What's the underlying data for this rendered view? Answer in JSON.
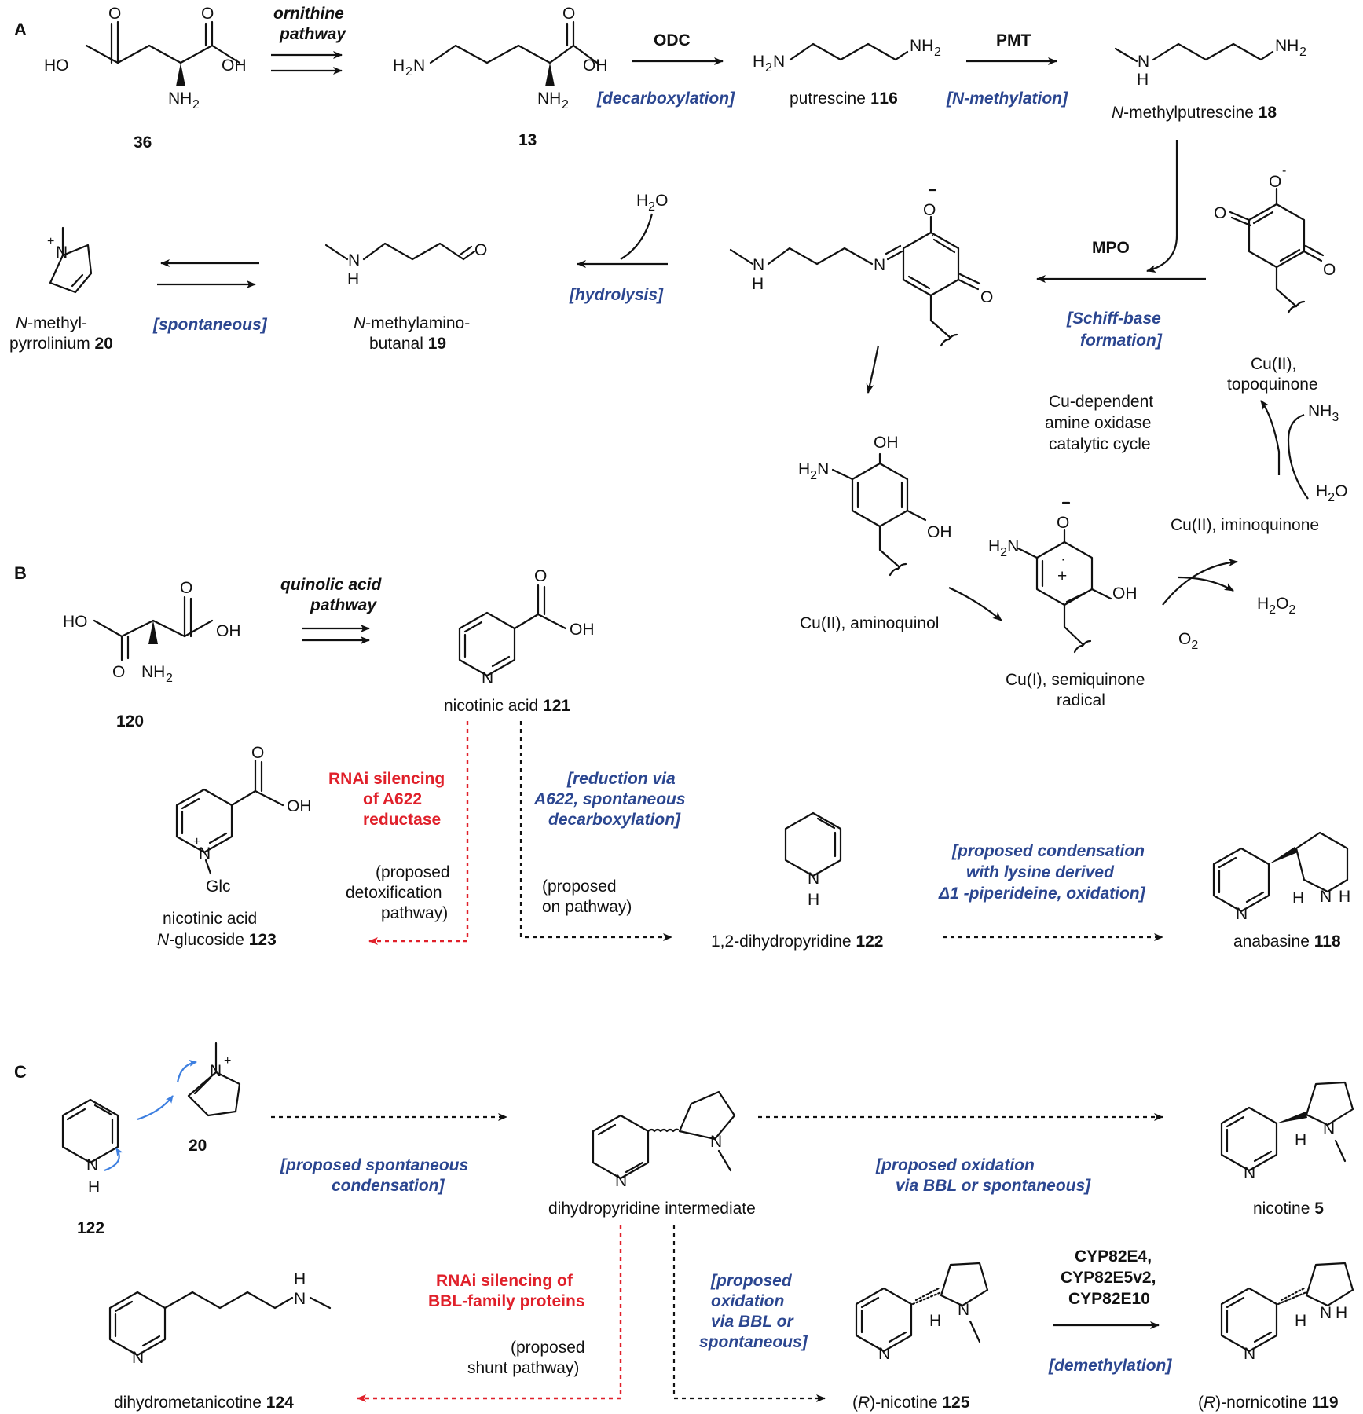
{
  "section_labels": {
    "a": "A",
    "b": "B",
    "c": "C"
  },
  "panel_a": {
    "cmp36": "36",
    "cmp13": "13",
    "ornithine_l1": "ornithine",
    "ornithine_l2": "pathway",
    "odc": "ODC",
    "decarbox": "[decarboxylation]",
    "putrescine_name": "putrescine 1",
    "putrescine_num": "16",
    "pmt": "PMT",
    "nmeth": "[N-methylation]",
    "nmp_prefix": "N",
    "nmp_name": "-methylputrescine ",
    "nmp_num": "18",
    "mpo": "MPO",
    "schiff_l1": "[Schiff-base",
    "schiff_l2": "formation]",
    "hydrolysis": "[hydrolysis]",
    "spontaneous": "[spontaneous]",
    "nmab_l1_prefix": "N",
    "nmab_l1": "-methylamino-",
    "nmab_l2": "butanal ",
    "nmab_num": "19",
    "nmpyr_l1_prefix": "N",
    "nmpyr_l1": "-methyl-",
    "nmpyr_l2": "pyrrolinium ",
    "nmpyr_num": "20",
    "cu_topo_l1": "Cu(II),",
    "cu_topo_l2": "topoquinone",
    "cycle_l1": "Cu-dependent",
    "cycle_l2": "amine oxidase",
    "cycle_l3": "catalytic cycle",
    "cu_imino": "Cu(II), iminoquinone",
    "cu_amino": "Cu(II), aminoquinol",
    "cu_semi_l1": "Cu(I), semiquinone",
    "cu_semi_l2": "radical",
    "nh3": "NH3",
    "h2o": "H2O",
    "h2o2": "H2O2",
    "o2": "O2"
  },
  "panel_b": {
    "cmp120": "120",
    "quin_l1": "quinolic acid",
    "quin_l2": "pathway",
    "nicotinic_name": "nicotinic acid ",
    "nicotinic_num": "121",
    "rnai_l1": "RNAi silencing",
    "rnai_l2": "of A622",
    "rnai_l3": "reductase",
    "detox_l1": "(proposed",
    "detox_l2": "detoxification",
    "detox_l3": "pathway)",
    "red_l1": "[reduction via",
    "red_l2": "A622, spontaneous",
    "red_l3": "decarboxylation]",
    "onpath_l1": "(proposed",
    "onpath_l2": "on pathway)",
    "glc_l1": "nicotinic acid",
    "glc_l2_prefix": "N",
    "glc_l2": "-glucoside ",
    "glc_num": "123",
    "glc_label": "Glc",
    "dhp_name": "1,2-dihydropyridine ",
    "dhp_num": "122",
    "cond_l1": "[proposed condensation",
    "cond_l2": "with lysine derived",
    "cond_l3": "Δ1 -piperideine, oxidation]",
    "anab_name": "anabasine ",
    "anab_num": "118"
  },
  "panel_c": {
    "cmp122": "122",
    "cmp20": "20",
    "spont_l1": "[proposed spontaneous",
    "spont_l2": "condensation]",
    "dhpint": "dihydropyridine intermediate",
    "ox_l1": "[proposed oxidation",
    "ox_l2": "via BBL or spontaneous]",
    "nicotine_name": "nicotine ",
    "nicotine_num": "5",
    "rnai_l1": "RNAi silencing of",
    "rnai_l2": "BBL-family proteins",
    "shunt_l1": "(proposed",
    "shunt_l2": "shunt pathway)",
    "dhmet_name": "dihydrometanicotine ",
    "dhmet_num": "124",
    "ox2_l1": "[proposed",
    "ox2_l2": "oxidation",
    "ox2_l3": "via BBL or",
    "ox2_l4": "spontaneous]",
    "rnic_pre": "(",
    "rnic_r": "R",
    "rnic_post": ")-nicotine ",
    "rnic_num": "125",
    "cyp_l1": "CYP82E4,",
    "cyp_l2": "CYP82E5v2,",
    "cyp_l3": "CYP82E10",
    "demeth": "[demethylation]",
    "rnor_pre": "(",
    "rnor_r": "R",
    "rnor_post": ")-nornicotine ",
    "rnor_num": "119"
  }
}
